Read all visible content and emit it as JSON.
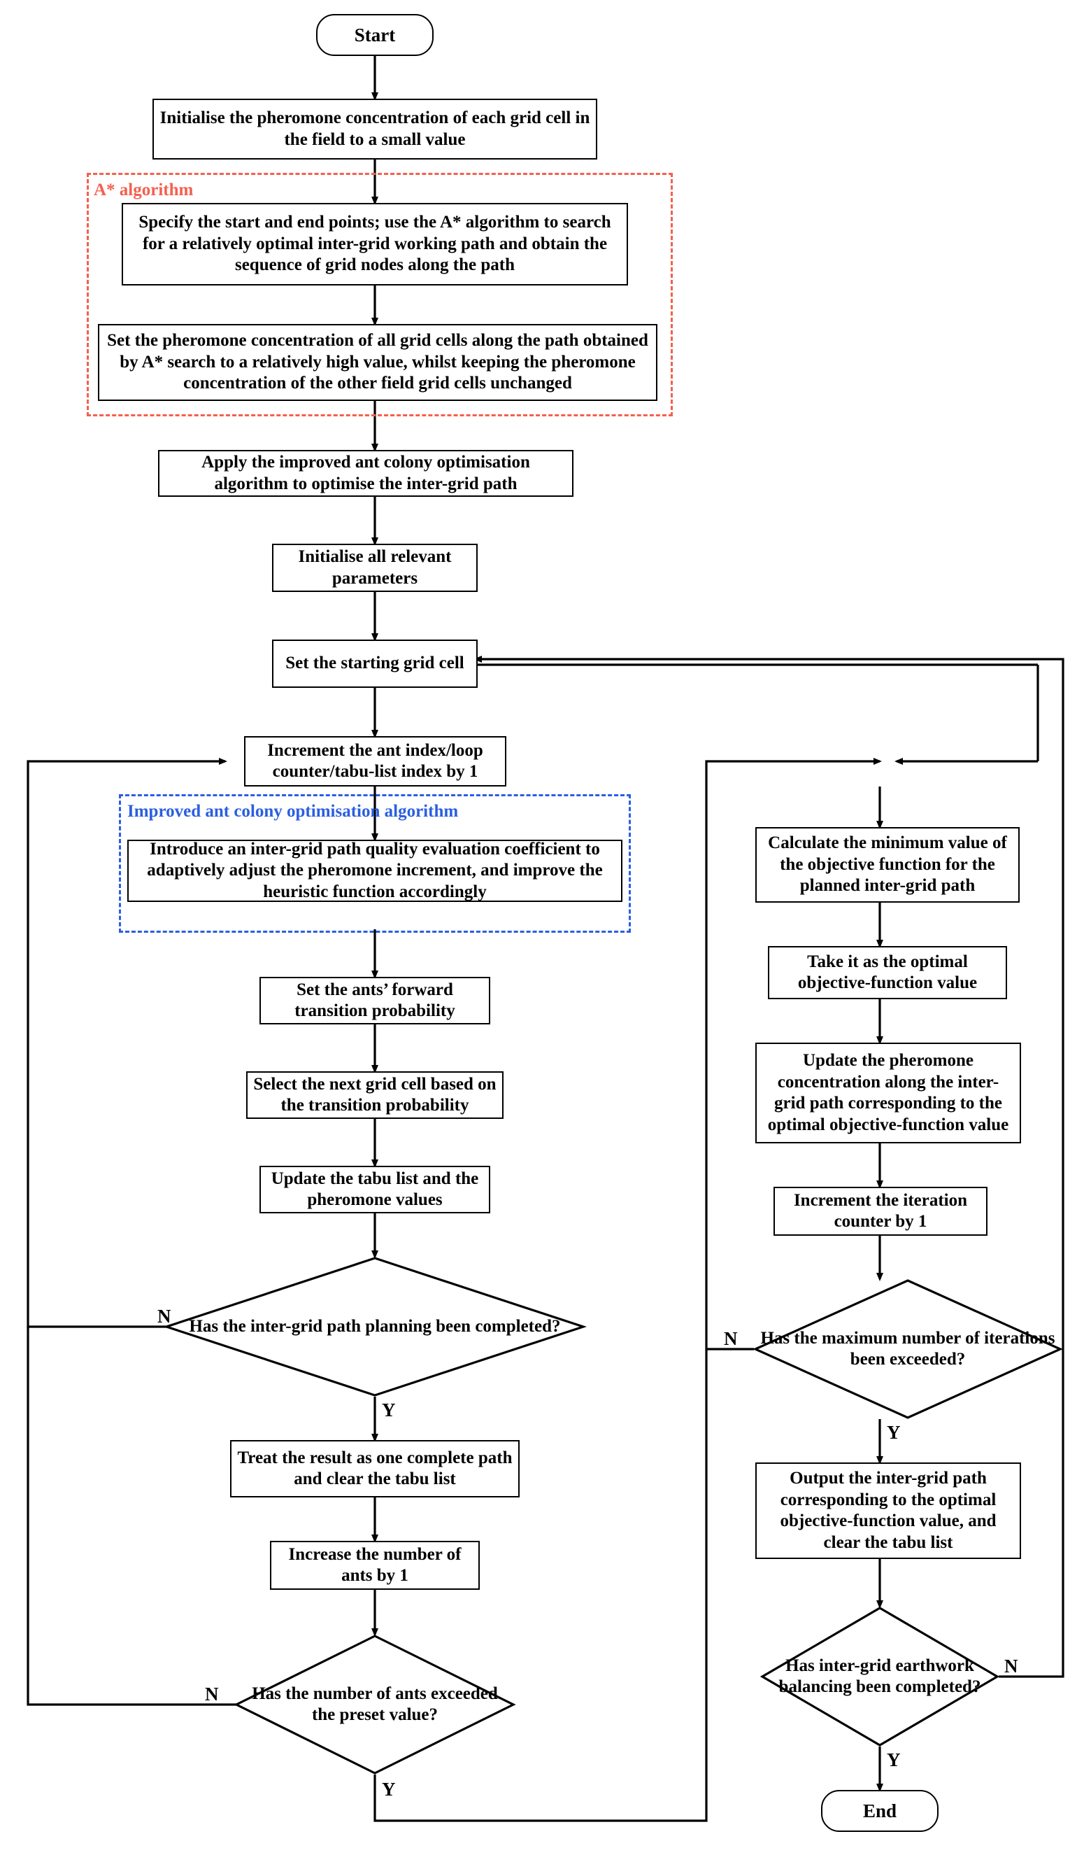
{
  "diagram": {
    "title_present": false,
    "colors": {
      "astar_group": "#f4604f",
      "aco_group": "#2a5fe0",
      "line": "#000000",
      "background": "#ffffff"
    },
    "groups": {
      "astar": {
        "label": "A* algorithm"
      },
      "aco": {
        "label": "Improved ant colony optimisation algorithm"
      }
    },
    "terminals": {
      "start": "Start",
      "end": "End"
    },
    "nodes": {
      "init_pheromone": "Initialise the pheromone concentration of each grid cell in the field to a small value",
      "astar_search": "Specify the start and end points; use the A* algorithm to search for a relatively optimal inter-grid working path and obtain the sequence of grid nodes along the path",
      "astar_set_pheromone": "Set the pheromone concentration of all grid cells along the path obtained by A* search to a relatively high value, whilst keeping the pheromone concentration of the other field grid cells unchanged",
      "apply_aco": "Apply the improved ant colony optimisation algorithm to optimise the inter-grid path",
      "init_params": "Initialise all relevant parameters",
      "set_start_cell": "Set the starting grid cell",
      "increment_index": "Increment the ant index/loop counter/tabu-list index by 1",
      "aco_improve": "Introduce an inter-grid path quality evaluation coefficient to adaptively adjust the pheromone increment, and improve the heuristic function accordingly",
      "set_transition_prob": "Set the ants’ forward transition probability",
      "select_next_cell": "Select the next grid cell based on the transition probability",
      "update_tabu": "Update the tabu list and the pheromone values",
      "treat_result": "Treat the result as one complete path and clear the tabu list",
      "increase_ants": "Increase the number of ants by 1",
      "calc_min_obj": "Calculate the minimum value of the objective function for the planned inter-grid path",
      "take_optimal": "Take it as the optimal objective-function value",
      "update_pheromone_path": "Update the pheromone concentration along the inter-grid path corresponding to the optimal objective-function value",
      "increment_iteration": "Increment the iteration counter by 1",
      "output_path": "Output the inter-grid path corresponding to the optimal objective-function value, and clear the tabu list"
    },
    "decisions": {
      "path_planning_done": "Has the inter-grid path planning been completed?",
      "ants_exceeded": "Has the number of ants exceeded the preset value?",
      "max_iterations": "Has the maximum number of iterations been exceeded?",
      "earthwork_balanced": "Has inter-grid earthwork balancing been completed?"
    },
    "edge_labels": {
      "path_planning_n": "N",
      "path_planning_y": "Y",
      "ants_n": "N",
      "ants_y": "Y",
      "iterations_n": "N",
      "iterations_y": "Y",
      "earthwork_n": "N",
      "earthwork_y": "Y"
    }
  }
}
